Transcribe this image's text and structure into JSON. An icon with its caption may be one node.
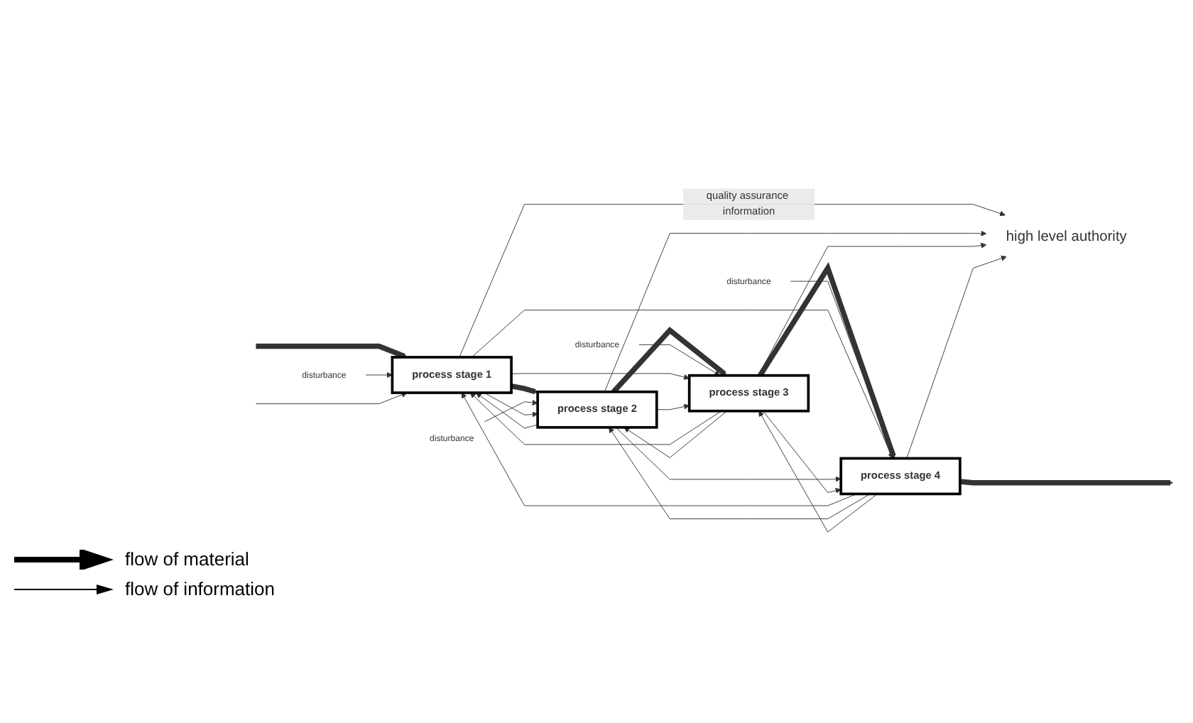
{
  "diagram": {
    "nodes": [
      {
        "text": [
          "disturbance"
        ]
      },
      {
        "text": [
          "process stage 1"
        ]
      },
      {
        "text": [
          "disturbance"
        ]
      },
      {
        "text": [
          "process stage 2"
        ]
      },
      {
        "text": [
          "disturbance"
        ]
      },
      {
        "text": [
          "process stage 3"
        ]
      },
      {
        "text": [
          "disturbance"
        ]
      },
      {
        "text": [
          "process stage 4"
        ]
      },
      {
        "text": [
          "high level authority"
        ]
      }
    ],
    "edges": [
      {
        "from": null,
        "to": 1,
        "arrow": "to",
        "style": "thick"
      },
      {
        "from": 1,
        "to": 3,
        "arrow": "to",
        "style": "thick"
      },
      {
        "from": 3,
        "to": 5,
        "arrow": "to",
        "style": "thick"
      },
      {
        "from": 5,
        "to": 7,
        "arrow": "to",
        "style": "thick"
      },
      {
        "from": 7,
        "to": null,
        "arrow": "to",
        "style": "thick"
      },
      {
        "from": 0,
        "to": 1,
        "arrow": "to"
      },
      {
        "from": 2,
        "to": 3,
        "arrow": "to"
      },
      {
        "from": 4,
        "to": 5,
        "arrow": "to"
      },
      {
        "from": 6,
        "to": 7,
        "arrow": "to"
      },
      {
        "from": null,
        "to": 1,
        "arrow": "to"
      },
      {
        "from": 1,
        "to": 3,
        "arrow": "to"
      },
      {
        "from": 1,
        "to": 5,
        "arrow": "to"
      },
      {
        "from": 1,
        "to": 7,
        "arrow": "to"
      },
      {
        "from": 3,
        "to": 1,
        "arrow": "to"
      },
      {
        "from": 3,
        "to": 5,
        "arrow": "to"
      },
      {
        "from": 3,
        "to": 7,
        "arrow": "to"
      },
      {
        "from": 5,
        "to": 1,
        "arrow": "to"
      },
      {
        "from": 5,
        "to": 3,
        "arrow": "to"
      },
      {
        "from": 5,
        "to": 7,
        "arrow": "to"
      },
      {
        "from": 7,
        "to": 1,
        "arrow": "to"
      },
      {
        "from": 7,
        "to": 3,
        "arrow": "to"
      },
      {
        "from": 7,
        "to": 5,
        "arrow": "to"
      },
      {
        "from": 1,
        "to": 8,
        "arrow": "to",
        "label": "quality assurance information"
      },
      {
        "from": 3,
        "to": 8,
        "arrow": "to"
      },
      {
        "from": 5,
        "to": 8,
        "arrow": "to"
      },
      {
        "from": 7,
        "to": 8,
        "arrow": "to"
      }
    ],
    "legend": [
      {
        "text": "flow of material"
      },
      {
        "text": "flow of information"
      }
    ]
  }
}
